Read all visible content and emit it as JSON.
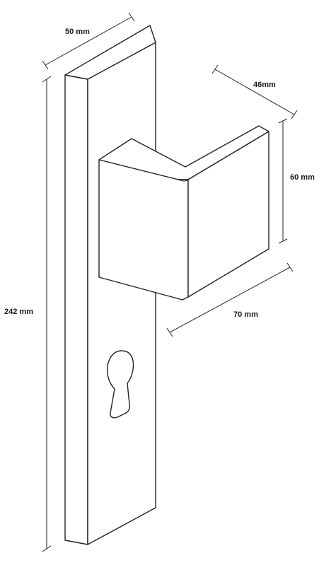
{
  "dimensions": {
    "plate_width": "50 mm",
    "plate_height": "242 mm",
    "handle_depth": "46mm",
    "handle_height": "60 mm",
    "handle_length": "70 mm"
  },
  "colors": {
    "line": "#222222",
    "fill": "#ffffff",
    "text": "#1a1a1a"
  }
}
